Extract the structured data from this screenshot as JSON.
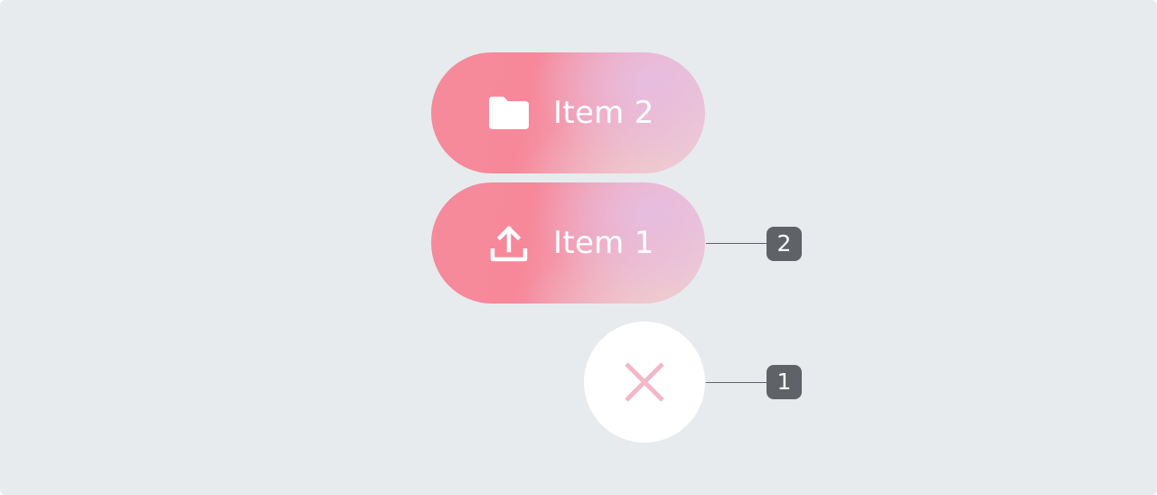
{
  "speed_dial": {
    "items": [
      {
        "label": "Item 2",
        "icon": "folder-icon"
      },
      {
        "label": "Item 1",
        "icon": "upload-icon"
      }
    ],
    "close_button": {
      "icon": "close-icon"
    }
  },
  "callouts": [
    {
      "number": "2"
    },
    {
      "number": "1"
    }
  ],
  "colors": {
    "background": "#e8ebee",
    "item_gradient_start": "#f6889a",
    "item_gradient_end": "#e8c0e0",
    "close_icon": "#f2b8c8",
    "callout": "#5f6368"
  }
}
